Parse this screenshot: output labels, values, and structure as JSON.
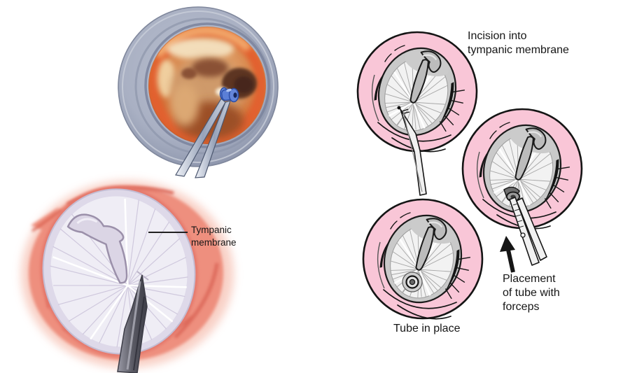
{
  "labels": {
    "incision": "Incision into\ntympanic membrane",
    "placement": "Placement\nof tube with\nforceps",
    "tube_in_place": "Tube in place",
    "tympanic_membrane": "Tympanic\nmembrane"
  },
  "colors": {
    "background": "#ffffff",
    "diagram_pink": "#f9c6d7",
    "outline_black": "#151515",
    "tissue_salmon": "#ee8f7e",
    "membrane_lavender": "#efedf5",
    "ear_canal_orange": "#d8763f",
    "tube_blue": "#5b7fd6",
    "speculum_gray": "#aab1c4",
    "instrument_metal": "#b9c0cf"
  },
  "figures": {
    "otoscope_view": "otoscopic-view-of-tube-placement",
    "membrane_illustration": "tympanic-membrane-with-myringotomy-knife",
    "step_incision": "incision-step-diagram",
    "step_placement": "tube-placement-step-diagram",
    "step_tube_in_place": "tube-in-place-step-diagram"
  }
}
